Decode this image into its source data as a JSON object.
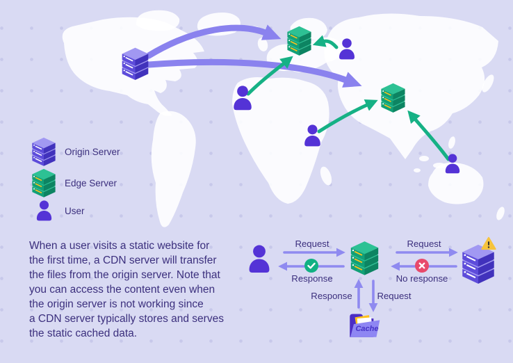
{
  "colors": {
    "background": "#d9daf3",
    "dot_pattern": "#c7c8ea",
    "map_land": "#ffffff",
    "origin_server_purple": "#5d4cda",
    "edge_server_green": "#12a077",
    "user_purple": "#5433d6",
    "map_arrow_purple": "#8a82ee",
    "map_arrow_green": "#16b185",
    "flow_arrow": "#8f8af0",
    "check_badge": "#11b183",
    "cross_badge": "#e84a6b",
    "warning_yellow": "#f6c33c",
    "text": "#3b2f7d",
    "cache_folder": "#8e86f3"
  },
  "legend": {
    "items": [
      {
        "icon": "origin-server-icon",
        "label": "Origin Server"
      },
      {
        "icon": "edge-server-icon",
        "label": "Edge Server"
      },
      {
        "icon": "user-icon",
        "label": "User"
      }
    ]
  },
  "description": "When a user visits a static website for\nthe first time, a CDN server will transfer\nthe files from the origin server. Note that\nyou can access the content even when\nthe origin server is not working since\na CDN server typically stores and serves\nthe static cached data.",
  "flow": {
    "user_edge": {
      "request": "Request",
      "response": "Response"
    },
    "edge_origin": {
      "request": "Request",
      "no_response": "No response"
    },
    "edge_cache": {
      "response": "Response",
      "request": "Request"
    },
    "cache_label": "Cache"
  },
  "icons": {
    "origin_server": "origin-server-icon",
    "edge_server": "edge-server-icon",
    "user": "user-icon",
    "cache_folder": "cache-folder-icon",
    "check": "check-icon",
    "cross": "cross-icon",
    "warning": "warning-icon"
  }
}
